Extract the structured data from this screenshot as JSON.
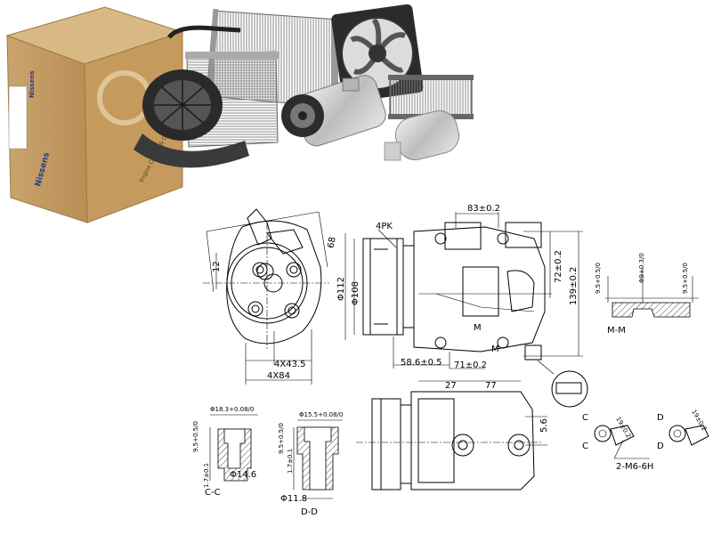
{
  "box": {
    "brand_top": "Nissens",
    "brand_side": "Nissens",
    "slogan": "Engine Cooling & Climate"
  },
  "products": [
    "condenser",
    "radiator-fan",
    "blower-motor",
    "evaporator",
    "ac-compressor",
    "heater-core",
    "receiver-drier"
  ],
  "labels": {
    "belt": "4PK",
    "d_83": "83±0.2",
    "d_72": "72±0.2",
    "d_139": "139±0.2",
    "d_112": "Φ112",
    "d_108": "Φ108",
    "d_58": "58.6±0.5",
    "d_71": "71±0.2",
    "d_68": "68",
    "d_12": "12",
    "d_4x43": "4X43.5",
    "d_4x84": "4X84",
    "d_27": "27",
    "d_77": "77",
    "d_56": "5.6",
    "d_19a": "19±0.2",
    "d_19b": "19±0.2",
    "m6": "2-M6-6H",
    "m_m": "M-M",
    "mm_left": "9.5+0.5/0",
    "mm_mid": "Φ9+0.3/0",
    "mm_right": "9.5+0.5/0",
    "cc_top": "Φ18.3+0.08/0",
    "cc_left": "9.5+0.5/0",
    "cc_low": "1.7±0.1",
    "cc_bot": "Φ14.6",
    "cc_tag": "C-C",
    "dd_top": "Φ15.5+0.08/0",
    "dd_left": "9.5+0.5/0",
    "dd_low": "1.7±0.1",
    "dd_bot": "Φ11.8",
    "dd_tag": "D-D",
    "c1": "C",
    "c2": "C",
    "d1": "D",
    "d2": "D",
    "m1": "M",
    "m2": "M"
  }
}
